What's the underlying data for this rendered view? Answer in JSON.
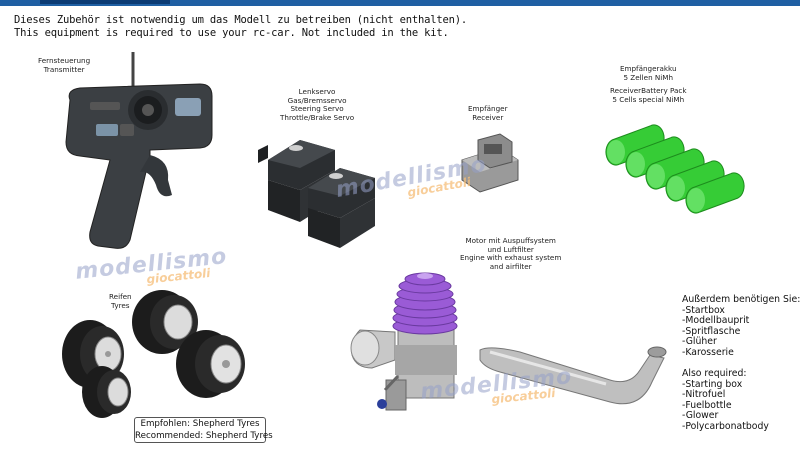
{
  "intro": {
    "line1": "Dieses Zubehör ist notwendig um das Modell zu betreiben (nicht enthalten).",
    "line2": "This equipment is required to use your rc-car. Not included in the kit."
  },
  "items": {
    "transmitter": {
      "de": "Fernsteuerung",
      "en": "Transmitter"
    },
    "servo": {
      "de1": "Lenkservo",
      "de2": "Gas/Bremsservo",
      "en1": "Steering Servo",
      "en2": "Throttle/Brake Servo"
    },
    "receiver": {
      "de": "Empfänger",
      "en": "Receiver"
    },
    "battery": {
      "de1": "Empfängerakku",
      "de2": "5 Zellen NiMh",
      "en1": "ReceiverBattery Pack",
      "en2": "5 Cells special NiMh"
    },
    "tyres": {
      "de": "Reifen",
      "en": "Tyres"
    },
    "engine": {
      "de1": "Motor mit Auspuffsystem",
      "de2": "und Luftfilter",
      "en1": "Engine with exhaust system",
      "en2": "and airfilter"
    }
  },
  "recommended": {
    "de": "Empfohlen: Shepherd Tyres",
    "en": "Recommended: Shepherd Tyres"
  },
  "also_de": {
    "title": "Außerdem benötigen Sie:",
    "items": [
      "-Startbox",
      "-Modellbauprit",
      "-Spritflasche",
      "-Glüher",
      "-Karosserie"
    ]
  },
  "also_en": {
    "title": "Also required:",
    "items": [
      "-Starting box",
      "-Nitrofuel",
      "-Fuelbottle",
      "-Glower",
      "-Polycarbonatbody"
    ]
  },
  "watermark": {
    "text": "modellismo",
    "sub": "giocattoli"
  },
  "colors": {
    "header_bar": "#1f5fa3",
    "battery": "#3dd13d",
    "engine_head": "#9a5bd6"
  }
}
